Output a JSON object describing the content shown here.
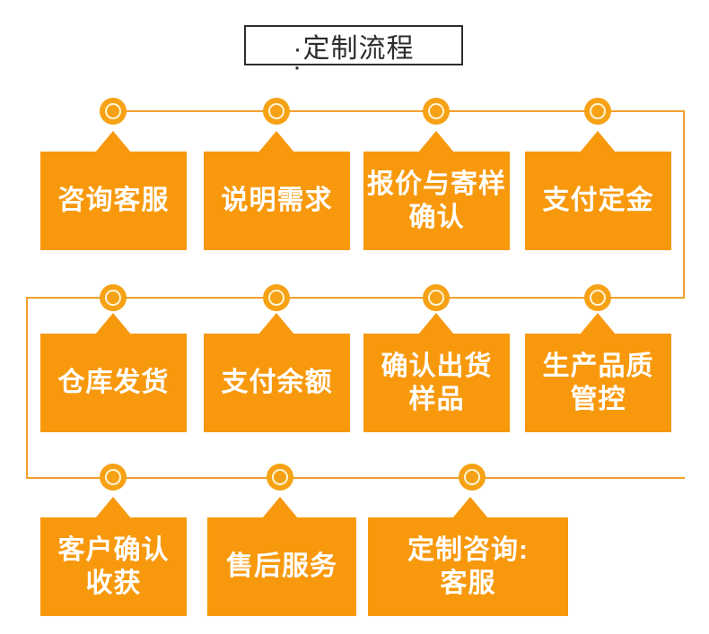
{
  "title": {
    "text": "·定制流程"
  },
  "stray_dot": "·",
  "colors": {
    "box": "#F8990D",
    "node": "#F7A114",
    "ring": "#FFF6D8",
    "line": "#F2A02D",
    "title_border": "#2D2D2D",
    "title_text": "#2D2D2D",
    "box_text": "#FFFFFF"
  },
  "rows": [
    {
      "steps": [
        {
          "label": "咨询客服"
        },
        {
          "label": "说明需求"
        },
        {
          "label": "报价与寄样\n确认"
        },
        {
          "label": "支付定金"
        }
      ]
    },
    {
      "steps": [
        {
          "label": "仓库发货"
        },
        {
          "label": "支付余额"
        },
        {
          "label": "确认出货\n样品"
        },
        {
          "label": "生产品质\n管控"
        }
      ]
    },
    {
      "steps": [
        {
          "label": "客户确认\n收获"
        },
        {
          "label": "售后服务"
        },
        {
          "label": "定制咨询:\n客服"
        }
      ]
    }
  ]
}
